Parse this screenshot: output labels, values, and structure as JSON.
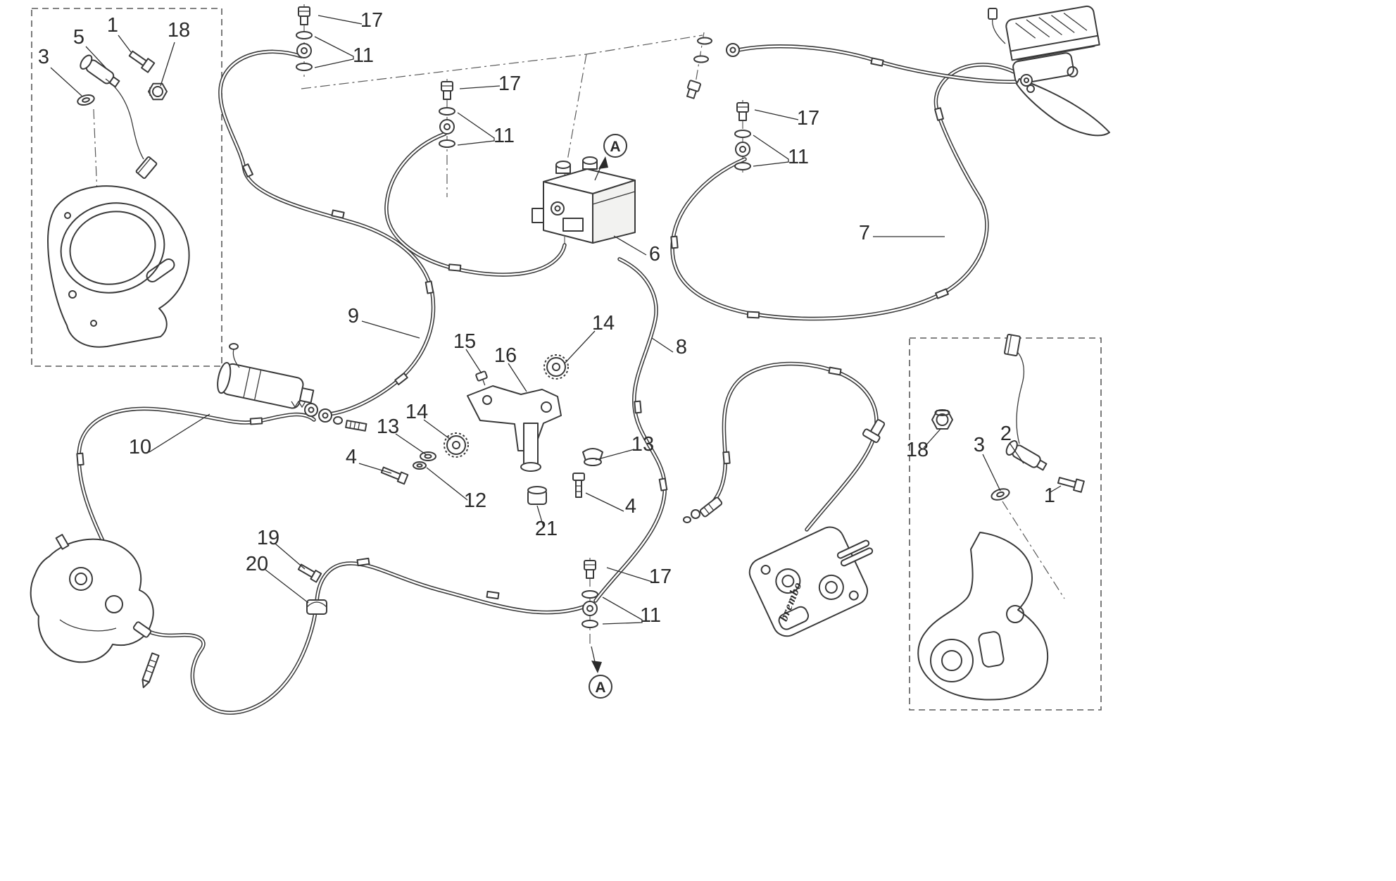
{
  "figure": {
    "type": "exploded-parts-diagram",
    "subject": "motorcycle-abs-braking-system",
    "brand_text": "brembo",
    "view_marker": "A"
  },
  "callouts": [
    {
      "label": "5"
    },
    {
      "label": "1"
    },
    {
      "label": "18"
    },
    {
      "label": "3"
    },
    {
      "label": "17"
    },
    {
      "label": "11"
    },
    {
      "label": "17"
    },
    {
      "label": "11"
    },
    {
      "label": "6"
    },
    {
      "label": "17"
    },
    {
      "label": "11"
    },
    {
      "label": "7"
    },
    {
      "label": "9"
    },
    {
      "label": "14"
    },
    {
      "label": "8"
    },
    {
      "label": "15"
    },
    {
      "label": "16"
    },
    {
      "label": "13"
    },
    {
      "label": "14"
    },
    {
      "label": "10"
    },
    {
      "label": "4"
    },
    {
      "label": "13"
    },
    {
      "label": "12"
    },
    {
      "label": "4"
    },
    {
      "label": "21"
    },
    {
      "label": "19"
    },
    {
      "label": "20"
    },
    {
      "label": "17"
    },
    {
      "label": "11"
    },
    {
      "label": "18"
    },
    {
      "label": "3"
    },
    {
      "label": "2"
    },
    {
      "label": "1"
    }
  ]
}
